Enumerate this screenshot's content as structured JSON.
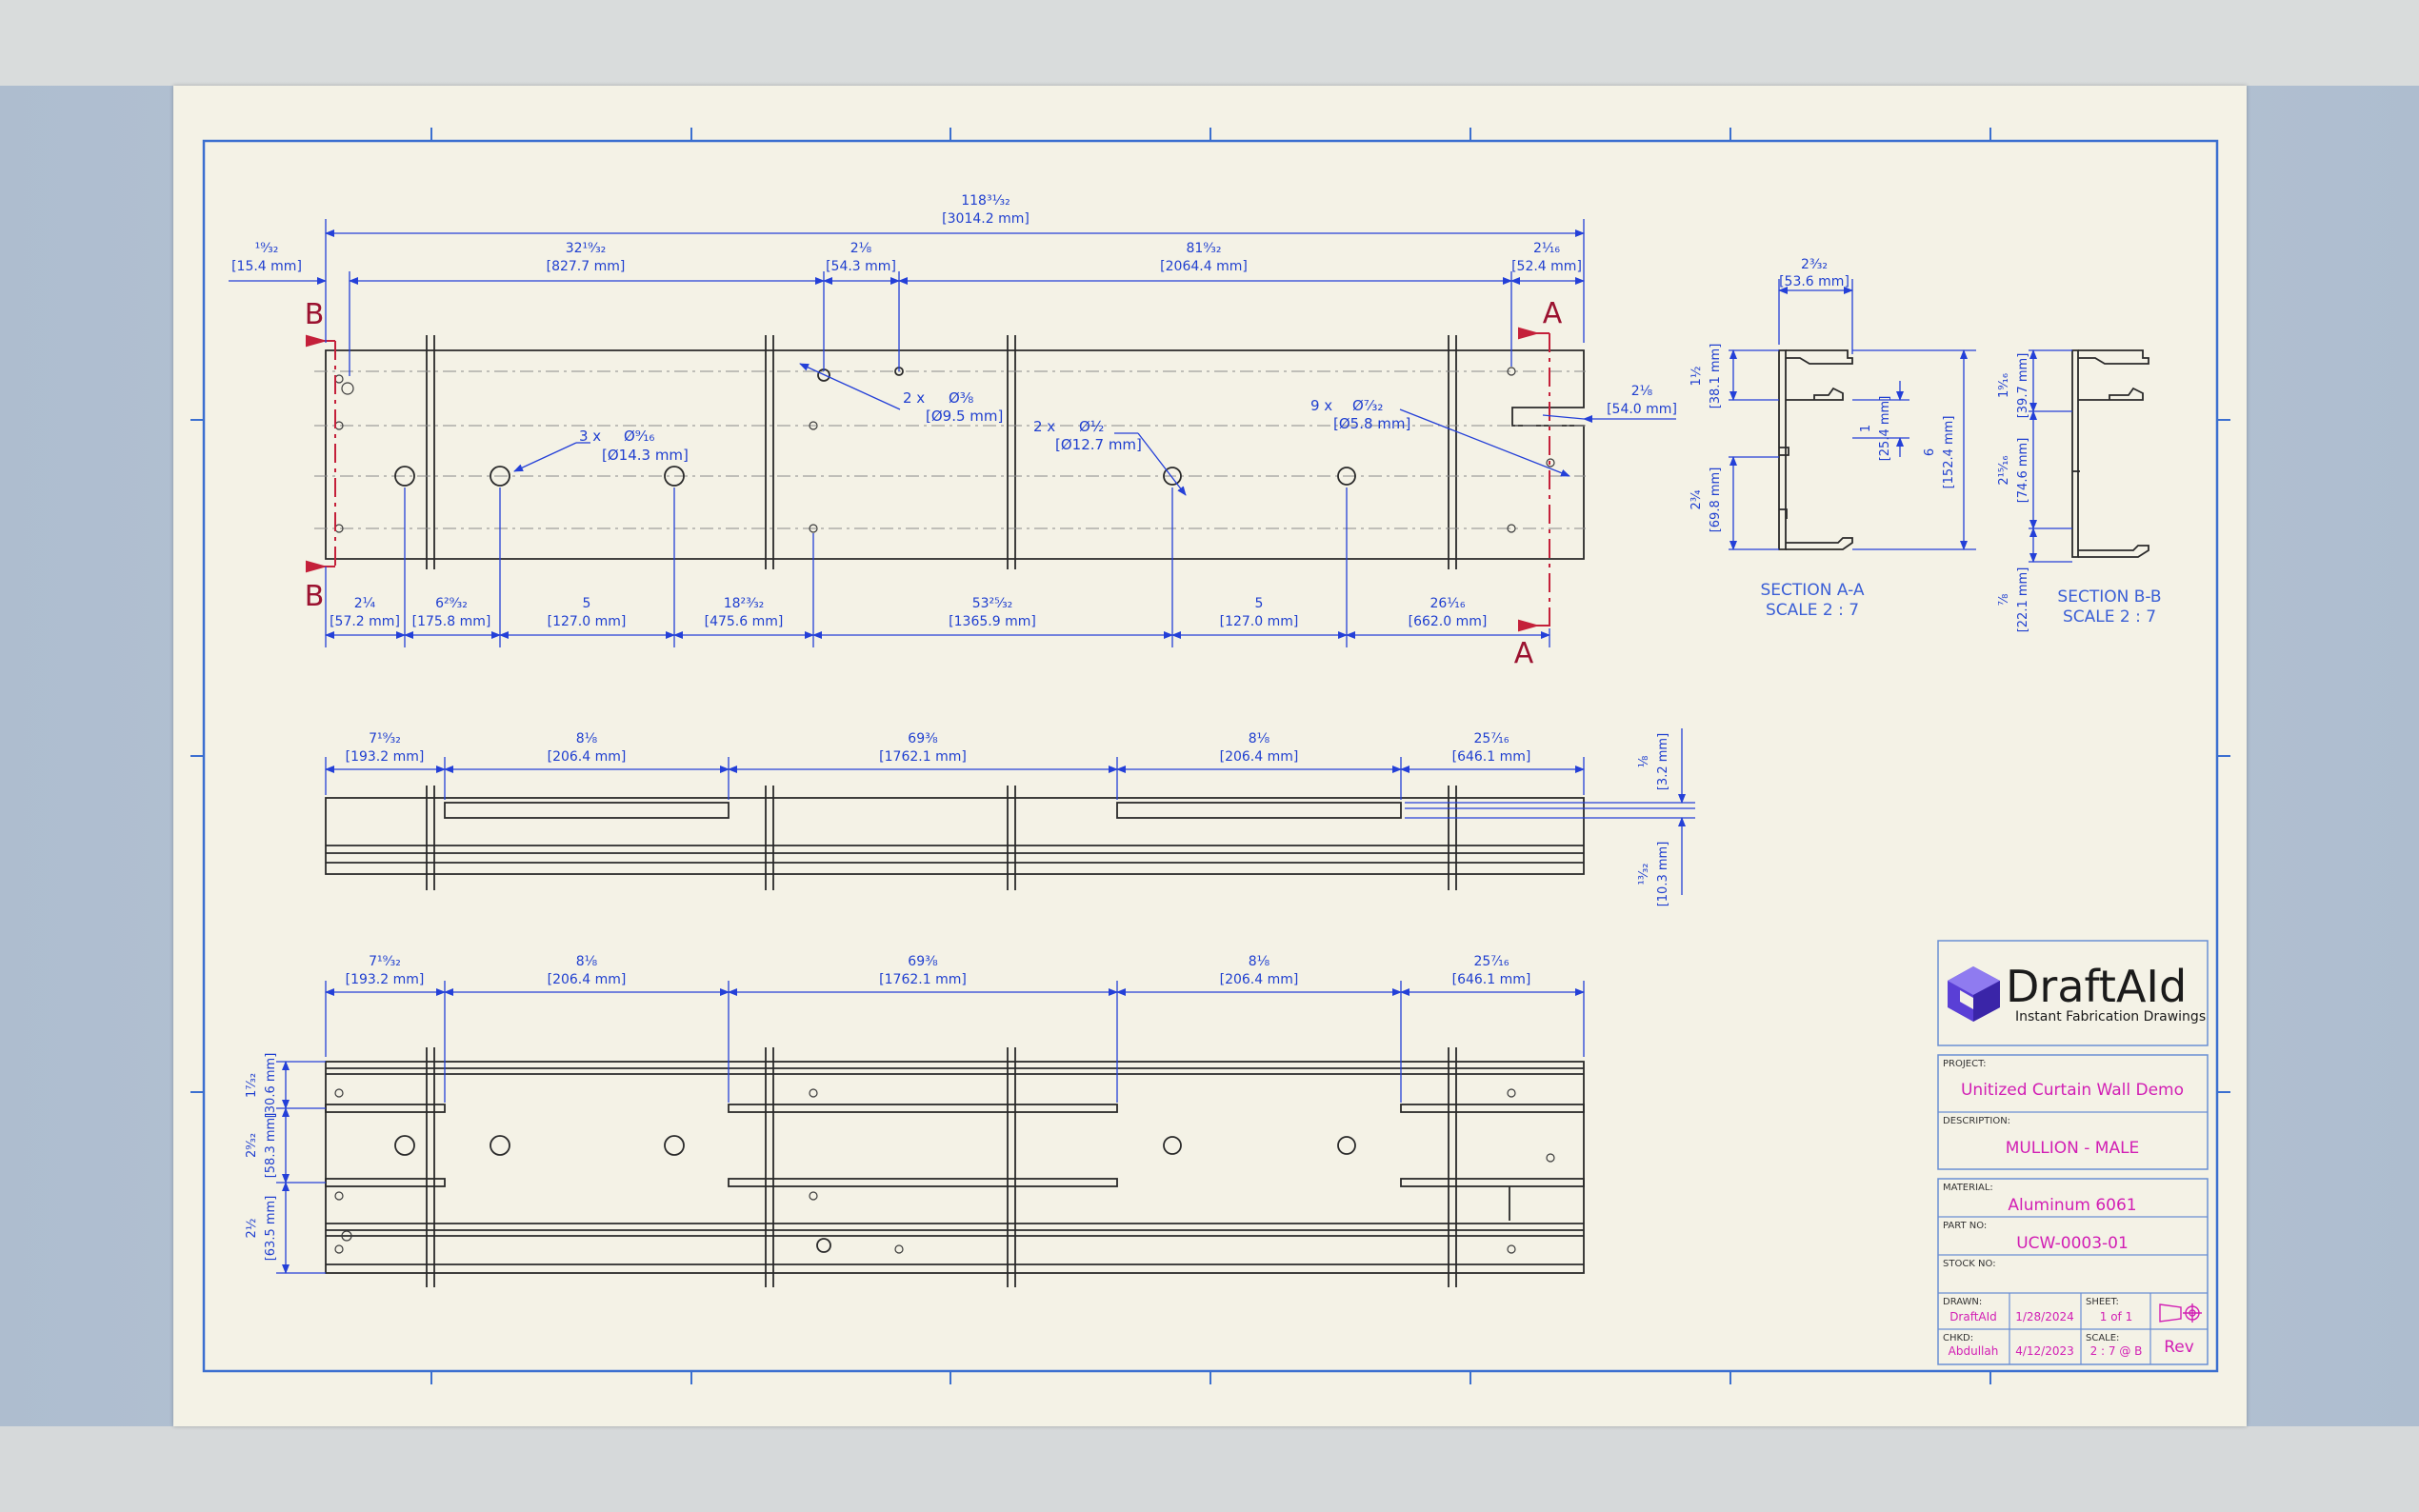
{
  "colors": {
    "sheet": "#f4f2e6",
    "dimension": "#1f3fd0",
    "section_marker": "#9b1230",
    "title_value": "#d21fb4",
    "brand_icon": "#5a3fd6"
  },
  "top_view": {
    "overall": {
      "top": "118³¹⁄₃₂",
      "bottom": "[3014.2 mm]"
    },
    "left_offset": {
      "top": "¹⁹⁄₃₂",
      "bottom": "[15.4 mm]"
    },
    "d1": {
      "top": "32¹⁹⁄₃₂",
      "bottom": "[827.7 mm]"
    },
    "d2": {
      "top": "2⅛",
      "bottom": "[54.3 mm]"
    },
    "d3": {
      "top": "81⁹⁄₃₂",
      "bottom": "[2064.4 mm]"
    },
    "d4": {
      "top": "2¹⁄₁₆",
      "bottom": "[52.4 mm]"
    },
    "right_notch": {
      "top": "2⅛",
      "bottom": "[54.0 mm]"
    },
    "holes_a": {
      "qty": "3 x",
      "dia": "Ø⁹⁄₁₆",
      "mm": "[Ø14.3 mm]"
    },
    "holes_b": {
      "qty": "2 x",
      "dia": "Ø⅜",
      "mm": "[Ø9.5 mm]"
    },
    "holes_c": {
      "qty": "2 x",
      "dia": "Ø½",
      "mm": "[Ø12.7 mm]"
    },
    "holes_d": {
      "qty": "9 x",
      "dia": "Ø⁷⁄₃₂",
      "mm": "[Ø5.8 mm]"
    },
    "bottom_dims": [
      {
        "top": "2¼",
        "bottom": "[57.2 mm]"
      },
      {
        "top": "6²⁹⁄₃₂",
        "bottom": "[175.8 mm]"
      },
      {
        "top": "5",
        "bottom": "[127.0 mm]"
      },
      {
        "top": "18²³⁄₃₂",
        "bottom": "[475.6 mm]"
      },
      {
        "top": "53²⁵⁄₃₂",
        "bottom": "[1365.9 mm]"
      },
      {
        "top": "5",
        "bottom": "[127.0 mm]"
      },
      {
        "top": "26¹⁄₁₆",
        "bottom": "[662.0 mm]"
      }
    ],
    "marker_a": "A",
    "marker_b": "B"
  },
  "middle_view": {
    "dims": [
      {
        "top": "7¹⁹⁄₃₂",
        "bottom": "[193.2 mm]"
      },
      {
        "top": "8⅛",
        "bottom": "[206.4 mm]"
      },
      {
        "top": "69⅜",
        "bottom": "[1762.1 mm]"
      },
      {
        "top": "8⅛",
        "bottom": "[206.4 mm]"
      },
      {
        "top": "25⁷⁄₁₆",
        "bottom": "[646.1 mm]"
      }
    ],
    "right_top": {
      "top": "⅛",
      "bottom": "[3.2 mm]"
    },
    "right_bottom": {
      "top": "¹³⁄₃₂",
      "bottom": "[10.3 mm]"
    }
  },
  "bottom_view": {
    "dims": [
      {
        "top": "7¹⁹⁄₃₂",
        "bottom": "[193.2 mm]"
      },
      {
        "top": "8⅛",
        "bottom": "[206.4 mm]"
      },
      {
        "top": "69⅜",
        "bottom": "[1762.1 mm]"
      },
      {
        "top": "8⅛",
        "bottom": "[206.4 mm]"
      },
      {
        "top": "25⁷⁄₁₆",
        "bottom": "[646.1 mm]"
      }
    ],
    "left1": {
      "top": "1⁷⁄₃₂",
      "bottom": "[30.6 mm]"
    },
    "left2": {
      "top": "2⁹⁄₃₂",
      "bottom": "[58.3 mm]"
    },
    "left3": {
      "top": "2½",
      "bottom": "[63.5 mm]"
    }
  },
  "section_aa": {
    "label": "SECTION A-A",
    "scale": "SCALE 2 : 7",
    "width": {
      "top": "2³⁄₃₂",
      "bottom": "[53.6 mm]"
    },
    "h1": {
      "top": "1½",
      "bottom": "[38.1 mm]"
    },
    "h2": {
      "top": "1",
      "bottom": "[25.4 mm]"
    },
    "h3": {
      "top": "2¾",
      "bottom": "[69.8 mm]"
    },
    "h4": {
      "top": "6",
      "bottom": "[152.4 mm]"
    }
  },
  "section_bb": {
    "label": "SECTION B-B",
    "scale": "SCALE 2 : 7",
    "h1": {
      "top": "1⁹⁄₁₆",
      "bottom": "[39.7 mm]"
    },
    "h2": {
      "top": "2¹⁵⁄₁₆",
      "bottom": "[74.6 mm]"
    },
    "h3": {
      "top": "⅞",
      "bottom": "[22.1 mm]"
    }
  },
  "title_block": {
    "brand_main": "DraftAId",
    "brand_tag": "Instant Fabrication Drawings",
    "project_label": "PROJECT:",
    "project": "Unitized Curtain Wall Demo",
    "description_label": "DESCRIPTION:",
    "description": "MULLION - MALE",
    "material_label": "MATERIAL:",
    "material": "Aluminum 6061",
    "part_label": "PART NO:",
    "part": "UCW-0003-01",
    "stock_label": "STOCK NO:",
    "drawn_label": "DRAWN:",
    "drawn_by": "DraftAId",
    "drawn_date": "1/28/2024",
    "sheet_label": "SHEET:",
    "sheet": "1 of 1",
    "checked_label": "CHKD:",
    "checked_by": "Abdullah",
    "checked_date": "4/12/2023",
    "scale_label": "SCALE:",
    "scale": "2 : 7 @ B",
    "rev": "Rev"
  }
}
